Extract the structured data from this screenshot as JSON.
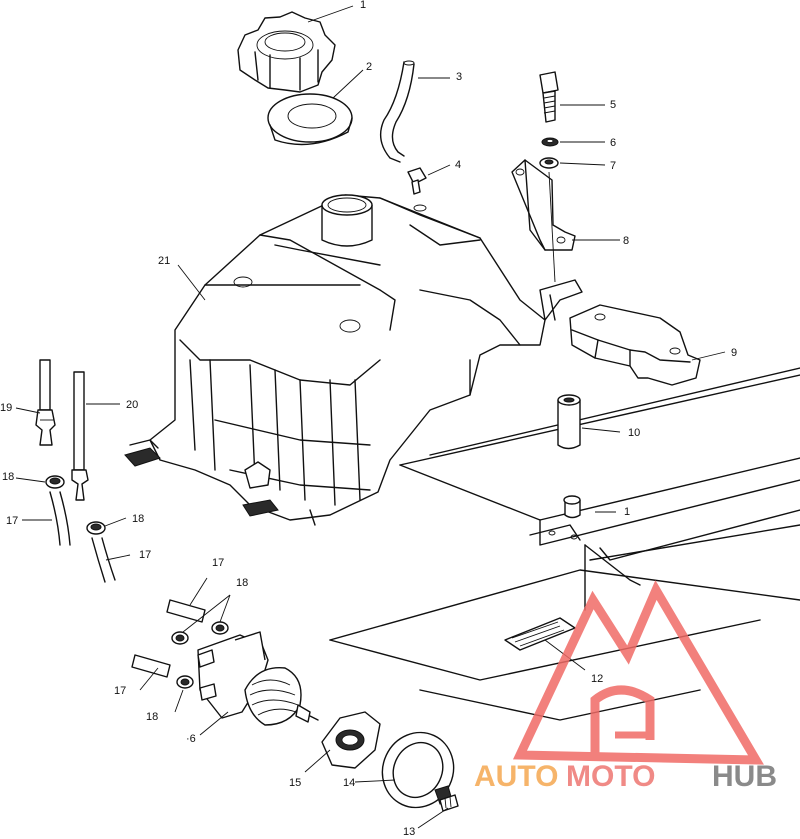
{
  "callouts": [
    {
      "id": "c1",
      "label": "1"
    },
    {
      "id": "c2",
      "label": "2"
    },
    {
      "id": "c3",
      "label": "3"
    },
    {
      "id": "c4",
      "label": "4"
    },
    {
      "id": "c5",
      "label": "5"
    },
    {
      "id": "c6",
      "label": "6"
    },
    {
      "id": "c7",
      "label": "7"
    },
    {
      "id": "c8",
      "label": "8"
    },
    {
      "id": "c9",
      "label": "9"
    },
    {
      "id": "c10",
      "label": "10"
    },
    {
      "id": "c11",
      "label": "1"
    },
    {
      "id": "c12",
      "label": "12"
    },
    {
      "id": "c13",
      "label": "13"
    },
    {
      "id": "c14",
      "label": "14"
    },
    {
      "id": "c15",
      "label": "15"
    },
    {
      "id": "c16",
      "label": "·6"
    },
    {
      "id": "c17a",
      "label": "17"
    },
    {
      "id": "c17b",
      "label": "17"
    },
    {
      "id": "c17c",
      "label": "17"
    },
    {
      "id": "c17d",
      "label": "17"
    },
    {
      "id": "c18a",
      "label": "18"
    },
    {
      "id": "c18b",
      "label": "18"
    },
    {
      "id": "c18c",
      "label": "18"
    },
    {
      "id": "c18d",
      "label": "18"
    },
    {
      "id": "c19",
      "label": "19"
    },
    {
      "id": "c20",
      "label": "20"
    },
    {
      "id": "c21",
      "label": "21"
    }
  ],
  "watermark": {
    "word_auto": "AUTO",
    "word_moto": "MOTO",
    "word_hub": "HUB",
    "color_auto": "#f6b46a",
    "color_moto": "#f08a86",
    "color_hub": "#8a8a8a",
    "color_triangle": "#f06b66"
  }
}
